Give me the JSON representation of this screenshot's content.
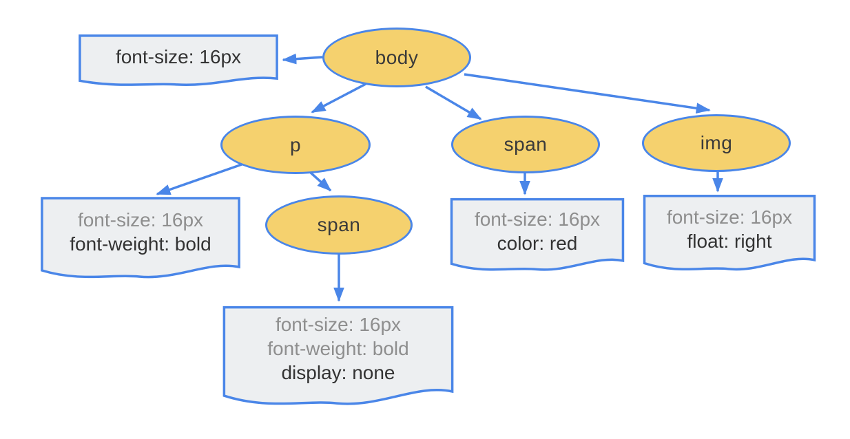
{
  "diagram": {
    "description": "DOM tree with computed CSS style notes",
    "nodes": {
      "body": {
        "label": "body"
      },
      "p": {
        "label": "p"
      },
      "span_in_p": {
        "label": "span"
      },
      "span": {
        "label": "span"
      },
      "img": {
        "label": "img"
      }
    },
    "notes": {
      "body": {
        "lines": [
          {
            "text": "font-size: 16px",
            "style": "own"
          }
        ]
      },
      "p": {
        "lines": [
          {
            "text": "font-size: 16px",
            "style": "inherited"
          },
          {
            "text": "font-weight: bold",
            "style": "own"
          }
        ]
      },
      "span_in_p": {
        "lines": [
          {
            "text": "font-size: 16px",
            "style": "inherited"
          },
          {
            "text": "font-weight: bold",
            "style": "inherited"
          },
          {
            "text": "display: none",
            "style": "own"
          }
        ]
      },
      "span": {
        "lines": [
          {
            "text": "font-size: 16px",
            "style": "inherited"
          },
          {
            "text": "color: red",
            "style": "own"
          }
        ]
      },
      "img": {
        "lines": [
          {
            "text": "font-size: 16px",
            "style": "inherited"
          },
          {
            "text": "float: right",
            "style": "own"
          }
        ]
      }
    },
    "edges": [
      {
        "from": "body",
        "to": "note-body"
      },
      {
        "from": "body",
        "to": "p"
      },
      {
        "from": "body",
        "to": "span"
      },
      {
        "from": "body",
        "to": "img"
      },
      {
        "from": "p",
        "to": "note-p"
      },
      {
        "from": "p",
        "to": "span_in_p"
      },
      {
        "from": "span_in_p",
        "to": "note-span-in-p"
      },
      {
        "from": "span",
        "to": "note-span"
      },
      {
        "from": "img",
        "to": "note-img"
      }
    ],
    "colors": {
      "node_fill": "#f5d16e",
      "stroke": "#4a86e8",
      "note_fill": "#edeff1",
      "inherited_text": "#8e8e8e",
      "own_text": "#333333"
    }
  }
}
